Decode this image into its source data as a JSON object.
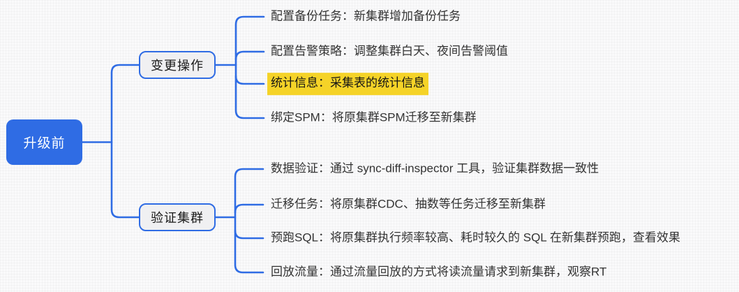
{
  "colors": {
    "accent_blue": "#2f6ce4",
    "highlight_yellow": "#f5d328",
    "branch_bg": "#f0f0f2",
    "leaf_text": "#333333"
  },
  "root": {
    "label": "升级前"
  },
  "branches": [
    {
      "label": "变更操作",
      "leaves": [
        {
          "text": "配置备份任务：新集群增加备份任务",
          "highlight": false
        },
        {
          "text": "配置告警策略：调整集群白天、夜间告警阈值",
          "highlight": false
        },
        {
          "text": "统计信息：采集表的统计信息",
          "highlight": true
        },
        {
          "text": "绑定SPM：将原集群SPM迁移至新集群",
          "highlight": false
        }
      ]
    },
    {
      "label": "验证集群",
      "leaves": [
        {
          "text": "数据验证：通过 sync-diff-inspector 工具，验证集群数据一致性",
          "highlight": false
        },
        {
          "text": "迁移任务：将原集群CDC、抽数等任务迁移至新集群",
          "highlight": false
        },
        {
          "text": "预跑SQL：将原集群执行频率较高、耗时较久的 SQL 在新集群预跑，查看效果",
          "highlight": false
        },
        {
          "text": "回放流量：通过流量回放的方式将读流量请求到新集群，观察RT",
          "highlight": false
        }
      ]
    }
  ]
}
